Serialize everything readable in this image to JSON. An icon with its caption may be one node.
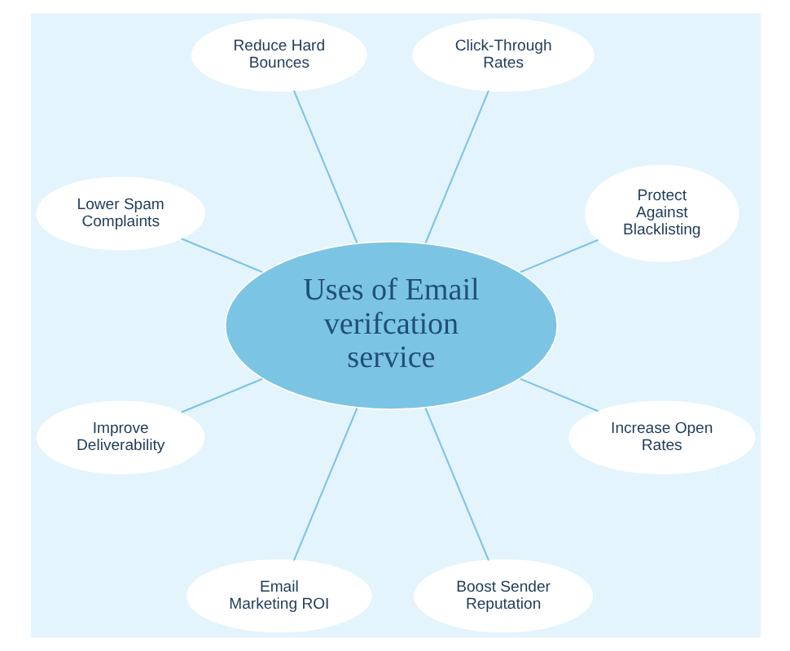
{
  "diagram": {
    "nodes": [
      {
        "text": [
          "Uses of Email verifcation service"
        ]
      },
      {
        "text": [
          "Protect Against Blacklisting"
        ]
      },
      {
        "text": [
          "Click-Through Rates"
        ]
      },
      {
        "text": [
          "Reduce Hard Bounces"
        ]
      },
      {
        "text": [
          "Lower Spam Complaints"
        ]
      },
      {
        "text": [
          "Improve Deliverability"
        ]
      },
      {
        "text": [
          "Email Marketing ROI"
        ]
      },
      {
        "text": [
          "Boost Sender Reputation"
        ]
      },
      {
        "text": [
          "Increase Open Rates"
        ]
      }
    ],
    "edges": [
      {
        "from": 0,
        "to": 1,
        "arrow": "none"
      },
      {
        "from": 0,
        "to": 2,
        "arrow": "none"
      },
      {
        "from": 0,
        "to": 4,
        "arrow": "none"
      },
      {
        "from": 0,
        "to": 6,
        "arrow": "none"
      },
      {
        "from": 0,
        "to": 8,
        "arrow": "none"
      },
      {
        "from": 0,
        "to": 7,
        "arrow": "none"
      },
      {
        "from": 0,
        "to": 5,
        "arrow": "none"
      },
      {
        "from": 0,
        "to": 3,
        "arrow": "none"
      }
    ]
  }
}
